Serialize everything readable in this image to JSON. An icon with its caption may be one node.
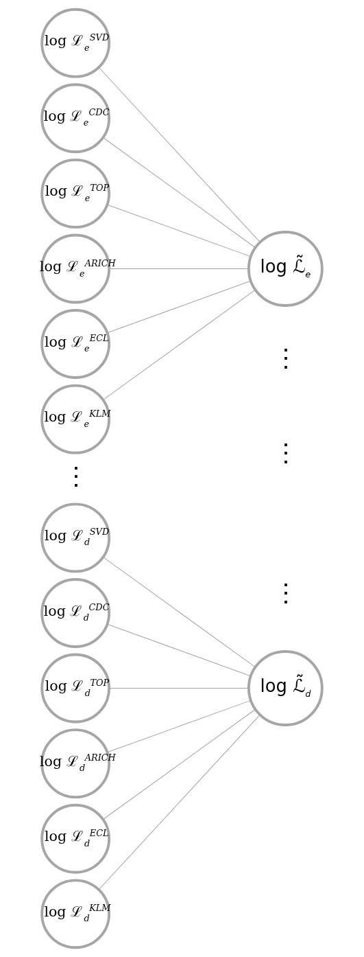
{
  "diagram": {
    "nodes": [
      {
        "text": [
          "log ℒ$_{e}$$^{SVD}$"
        ]
      },
      {
        "text": [
          "log ℒ$_{e}$$^{CDC}$"
        ]
      },
      {
        "text": [
          "log ℒ$_{e}$$^{TOP}$"
        ]
      },
      {
        "text": [
          "log ℒ$_{e}$$^{ARICH}$"
        ]
      },
      {
        "text": [
          "log ℒ$_{e}$$^{ECL}$"
        ]
      },
      {
        "text": [
          "log ℒ$_{e}$$^{KLM}$"
        ]
      },
      {
        "text": [
          "log ℒ$_{d}$$^{SVD}$"
        ]
      },
      {
        "text": [
          "log ℒ$_{d}$$^{CDC}$"
        ]
      },
      {
        "text": [
          "log ℒ$_{d}$$^{TOP}$"
        ]
      },
      {
        "text": [
          "log ℒ$_{d}$$^{ARICH}$"
        ]
      },
      {
        "text": [
          "log ℒ$_{d}$$^{ECL}$"
        ]
      },
      {
        "text": [
          "log ℒ$_{d}$$^{KLM}$"
        ]
      },
      {
        "text": [
          "log ℒ̃$_{e}$"
        ]
      },
      {
        "text": [
          "log ℒ̃$_{d}$"
        ]
      }
    ],
    "edges": [
      {
        "from": 0,
        "to": 12,
        "arrow": "none"
      },
      {
        "from": 1,
        "to": 12,
        "arrow": "none"
      },
      {
        "from": 2,
        "to": 12,
        "arrow": "none"
      },
      {
        "from": 3,
        "to": 12,
        "arrow": "none"
      },
      {
        "from": 4,
        "to": 12,
        "arrow": "none"
      },
      {
        "from": 5,
        "to": 12,
        "arrow": "none"
      },
      {
        "from": 6,
        "to": 13,
        "arrow": "none"
      },
      {
        "from": 7,
        "to": 13,
        "arrow": "none"
      },
      {
        "from": 8,
        "to": 13,
        "arrow": "none"
      },
      {
        "from": 9,
        "to": 13,
        "arrow": "none"
      },
      {
        "from": 10,
        "to": 13,
        "arrow": "none"
      },
      {
        "from": 11,
        "to": 13,
        "arrow": "none"
      }
    ],
    "labels": [
      "⋮",
      "⋮",
      "⋮",
      "⋮"
    ]
  }
}
